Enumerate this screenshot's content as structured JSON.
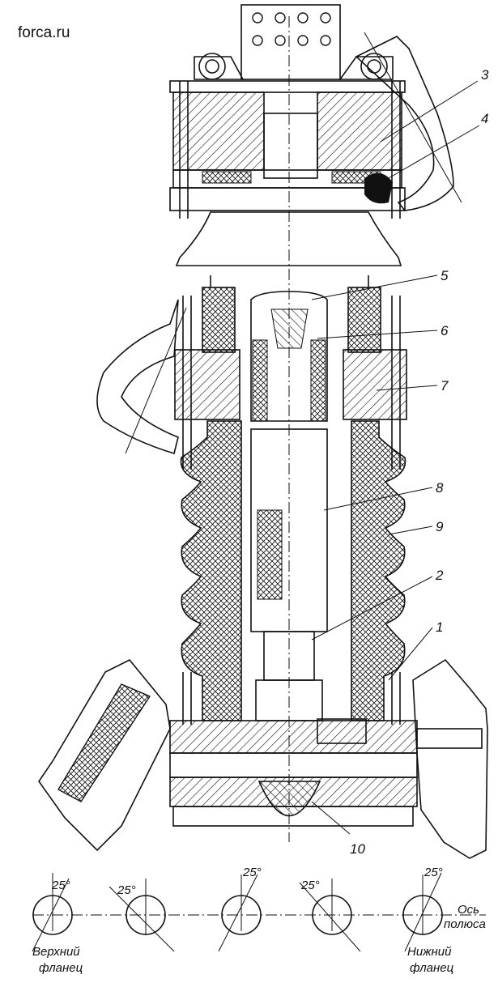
{
  "site": {
    "watermark": "forca.ru"
  },
  "callouts": [
    "3",
    "4",
    "5",
    "6",
    "7",
    "8",
    "9",
    "2",
    "1",
    "10"
  ],
  "angle_label": "25°",
  "flange_labels": {
    "upper_line1": "Верхний",
    "upper_line2": "фланец",
    "lower_line1": "Нижний",
    "lower_line2": "фланец",
    "axis_line1": "Ось",
    "axis_line2": "полюса"
  },
  "colors": {
    "ink": "#111111",
    "paper": "#ffffff"
  }
}
